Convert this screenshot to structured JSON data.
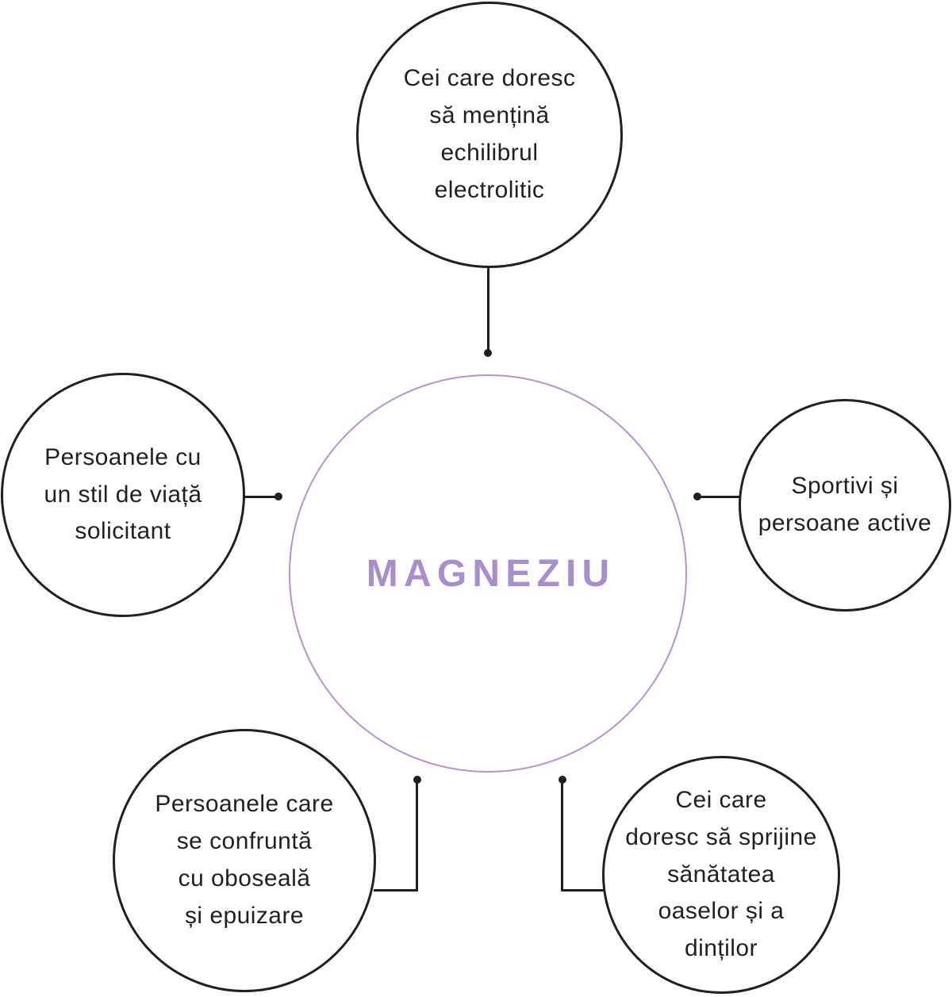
{
  "diagram": {
    "center": {
      "label": "MAGNEZIU"
    },
    "nodes": [
      {
        "id": "electrolyte-balance",
        "text": "Cei care doresc\nsă mențină\nechilibrul\nelectrolitic"
      },
      {
        "id": "demanding-lifestyle",
        "text": "Persoanele cu\nun stil de viață\nsolicitant"
      },
      {
        "id": "athletes-active",
        "text": "Sportivi și\npersoane active"
      },
      {
        "id": "fatigue-exhaustion",
        "text": "Persoanele care\nse confruntă\ncu oboseală\nși epuizare"
      },
      {
        "id": "bones-teeth",
        "text": "Cei care\ndoresc să sprijine\nsănătatea\noaselor și a\ndinților"
      }
    ]
  },
  "colors": {
    "ink": "#231f20",
    "accent": "#b592cf",
    "accent_text": "#a98fc9",
    "bg": "#ffffff"
  }
}
